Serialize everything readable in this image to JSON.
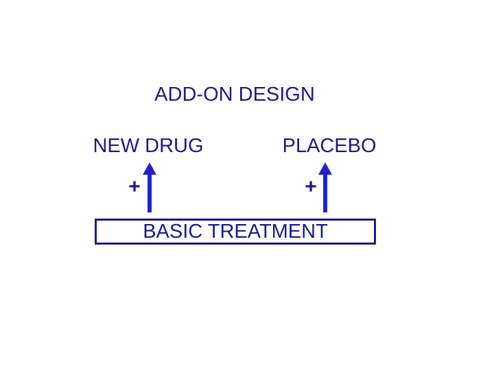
{
  "slide": {
    "title": "ADD-ON DESIGN",
    "arms": [
      {
        "label": "NEW DRUG",
        "plus": "+"
      },
      {
        "label": "PLACEBO",
        "plus": "+"
      }
    ],
    "base_box": {
      "label": "BASIC TREATMENT"
    },
    "icons": [
      {
        "name": "up-arrow-icon",
        "meaning": "added on top of basic treatment"
      },
      {
        "name": "up-arrow-icon",
        "meaning": "added on top of basic treatment"
      }
    ],
    "colors": {
      "text": "#1a1a8c",
      "arrow": "#2222cc",
      "box_border": "#1a1a8c",
      "background": "#ffffff"
    }
  }
}
